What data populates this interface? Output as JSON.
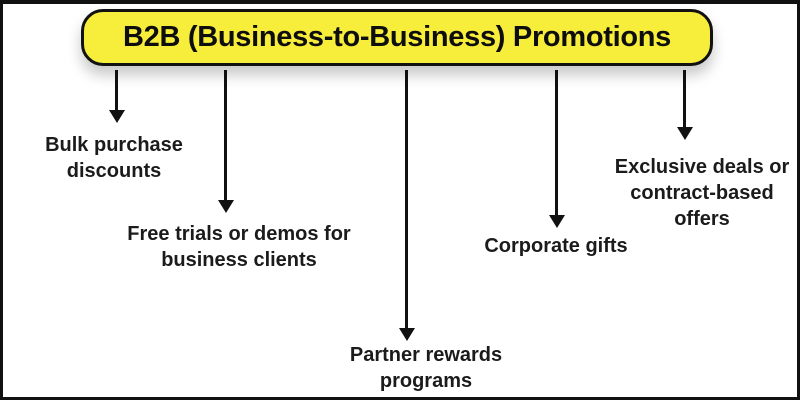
{
  "diagram": {
    "title": "B2B (Business-to-Business) Promotions",
    "branches": [
      {
        "label": "Bulk purchase\ndiscounts"
      },
      {
        "label": "Free trials or demos for\nbusiness clients"
      },
      {
        "label": "Partner rewards\nprograms"
      },
      {
        "label": "Corporate gifts"
      },
      {
        "label": "Exclusive deals or\ncontract-based\noffers"
      }
    ]
  },
  "colors": {
    "title_background": "#f7ee3b",
    "outline": "#111111",
    "text": "#1b1b1b",
    "canvas": "#ffffff"
  }
}
